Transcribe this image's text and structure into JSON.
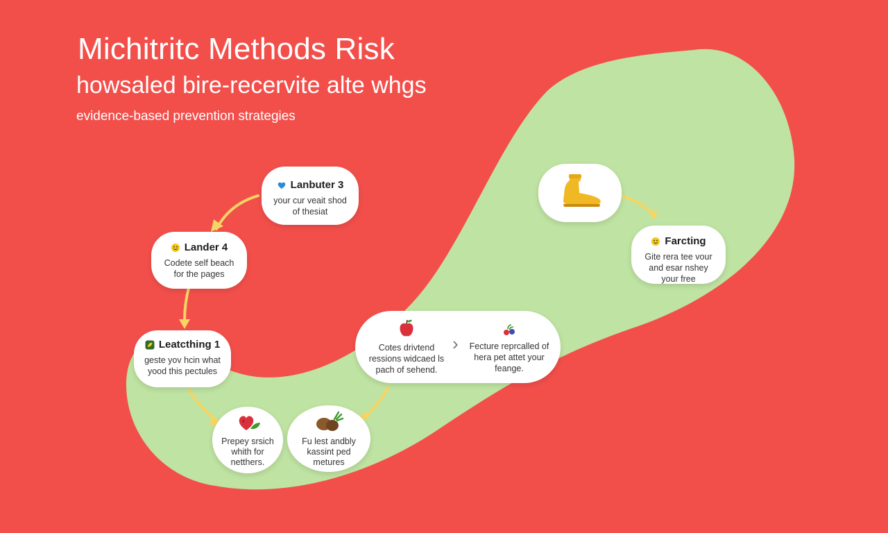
{
  "header": {
    "title": "Michitritc Methods Risk",
    "subtitle": "howsaled bire-recervite alte whgs",
    "tagline": "evidence-based prevention strategies"
  },
  "nodes": {
    "lanbuter3": {
      "title": "Lanbuter 3",
      "body": "your cur veait shod of thesiat",
      "icon": "heart-icon"
    },
    "lander4": {
      "title": "Lander 4",
      "body": "Codete self beach for the pages",
      "icon": "smiley-icon"
    },
    "leatcthing1": {
      "title": "Leatcthing 1",
      "body": "geste yov hcin what yood this pectules",
      "icon": "leaf-badge-icon"
    },
    "prepey": {
      "body": "Prepey srsich whith for netthers.",
      "icon": "heart-leaf-icon"
    },
    "ful_lest": {
      "body": "Fu lest andbly kassint ped metures",
      "icon": "nuts-icon"
    },
    "cotes": {
      "body": "Cotes drivtend ressions widcaed ls pach of sehend.",
      "icon": "apple-icon"
    },
    "fecture": {
      "body": "Fecture reprcalled of hera pet attet your feange.",
      "icon": "berries-icon"
    },
    "boot": {
      "icon": "boot-icon"
    },
    "farcting": {
      "title": "Farcting",
      "body": "Gite rera tee vour and esar nshey your free",
      "icon": "smiley-icon"
    }
  },
  "colors": {
    "background": "#f24f4b",
    "path": "#bfe3a2",
    "arrow": "#f6d565",
    "card": "#ffffff"
  }
}
